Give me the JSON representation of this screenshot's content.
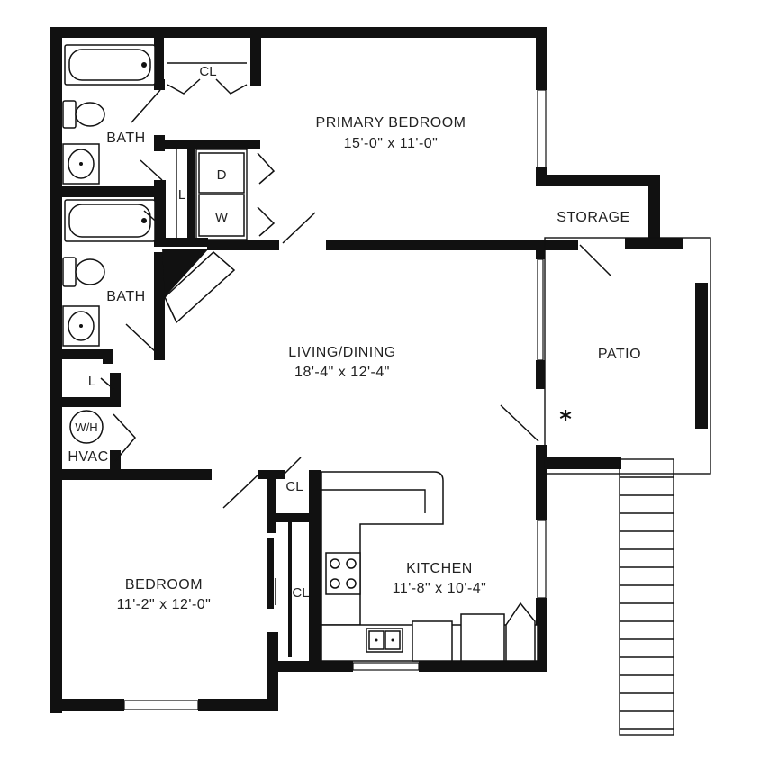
{
  "rooms": {
    "primary_bedroom": {
      "name": "PRIMARY BEDROOM",
      "size": "15'-0\" x 11'-0\""
    },
    "living_dining": {
      "name": "LIVING/DINING",
      "size": "18'-4\" x 12'-4\""
    },
    "bedroom": {
      "name": "BEDROOM",
      "size": "11'-2\" x 12'-0\""
    },
    "kitchen": {
      "name": "KITCHEN",
      "size": "11'-8\" x 10'-4\""
    },
    "patio": {
      "name": "PATIO"
    },
    "storage": {
      "name": "STORAGE"
    },
    "bath_upper": {
      "name": "BATH"
    },
    "bath_lower": {
      "name": "BATH"
    },
    "hvac": {
      "name": "HVAC"
    }
  },
  "labels": {
    "closet_primary": "CL",
    "closet_kitchen": "CL",
    "closet_bedroom": "CL",
    "linen_upper": "L",
    "linen_lower": "L",
    "dryer": "D",
    "washer": "W",
    "water_heater": "W/H",
    "star": "*"
  },
  "colors": {
    "wall": "#111111",
    "background": "#ffffff"
  }
}
